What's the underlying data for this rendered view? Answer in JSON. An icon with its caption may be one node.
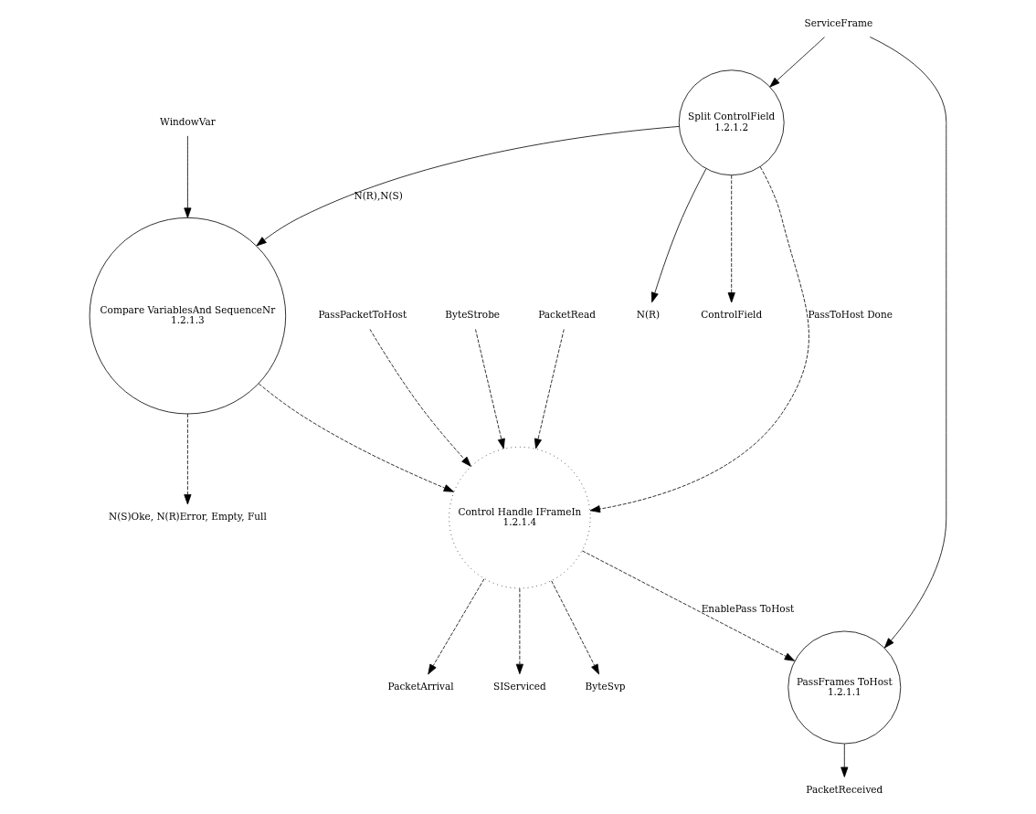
{
  "diagram": {
    "nodes": [
      {
        "text": [
          "N(S)Oke, N(R)Error, Empty, Full"
        ]
      },
      {
        "text": [
          "WindowVar"
        ]
      },
      {
        "text": [
          "ByteSvp"
        ]
      },
      {
        "text": [
          "PassPacketToHost"
        ]
      },
      {
        "text": [
          "Compare VariablesAnd SequenceNr",
          "1.2.1.3"
        ]
      },
      {
        "text": [
          "PacketArrival"
        ]
      },
      {
        "text": [
          "Control Handle IFrameIn",
          "1.2.1.4"
        ]
      },
      {
        "text": [
          "SIServiced"
        ]
      },
      {
        "text": [
          "N(R)"
        ]
      },
      {
        "text": [
          "ByteStrobe"
        ]
      },
      {
        "text": [
          "PacketRead"
        ]
      },
      {
        "text": [
          "ControlField"
        ]
      },
      {
        "text": [
          "Split ControlField",
          "1.2.1.2"
        ]
      },
      {
        "text": [
          "PassFrames ToHost",
          "1.2.1.1"
        ]
      },
      {
        "text": [
          "PacketReceived"
        ]
      },
      {
        "text": [
          "ServiceFrame"
        ]
      }
    ],
    "edges": [
      {
        "from": 1,
        "to": 4,
        "arrow": "to"
      },
      {
        "from": 4,
        "to": 0,
        "arrow": "to",
        "style": "dashed"
      },
      {
        "from": 4,
        "to": 6,
        "arrow": "to",
        "style": "dashed"
      },
      {
        "from": 6,
        "to": 2,
        "arrow": "to",
        "style": "dashed"
      },
      {
        "from": 3,
        "to": 6,
        "arrow": "to",
        "style": "dashed"
      },
      {
        "from": 6,
        "to": 5,
        "arrow": "to",
        "style": "dashed"
      },
      {
        "from": 9,
        "to": 6,
        "arrow": "to",
        "style": "dashed"
      },
      {
        "from": 10,
        "to": 6,
        "arrow": "to",
        "style": "dashed"
      },
      {
        "from": 6,
        "to": 7,
        "arrow": "to",
        "style": "dashed"
      },
      {
        "from": 12,
        "to": 4,
        "arrow": "to",
        "label": "N(R),N(S)"
      },
      {
        "from": 12,
        "to": 8,
        "arrow": "to"
      },
      {
        "from": 12,
        "to": 6,
        "arrow": "to",
        "style": "dashed",
        "label": "PassToHost Done"
      },
      {
        "from": 6,
        "to": 13,
        "arrow": "to",
        "style": "dashed",
        "label": "EnablePass ToHost"
      },
      {
        "from": 12,
        "to": 11,
        "arrow": "to",
        "style": "dashed"
      },
      {
        "from": 13,
        "to": 14,
        "arrow": "to"
      },
      {
        "from": 15,
        "to": 12,
        "arrow": "to"
      },
      {
        "from": 15,
        "to": 13,
        "arrow": "to"
      }
    ]
  }
}
